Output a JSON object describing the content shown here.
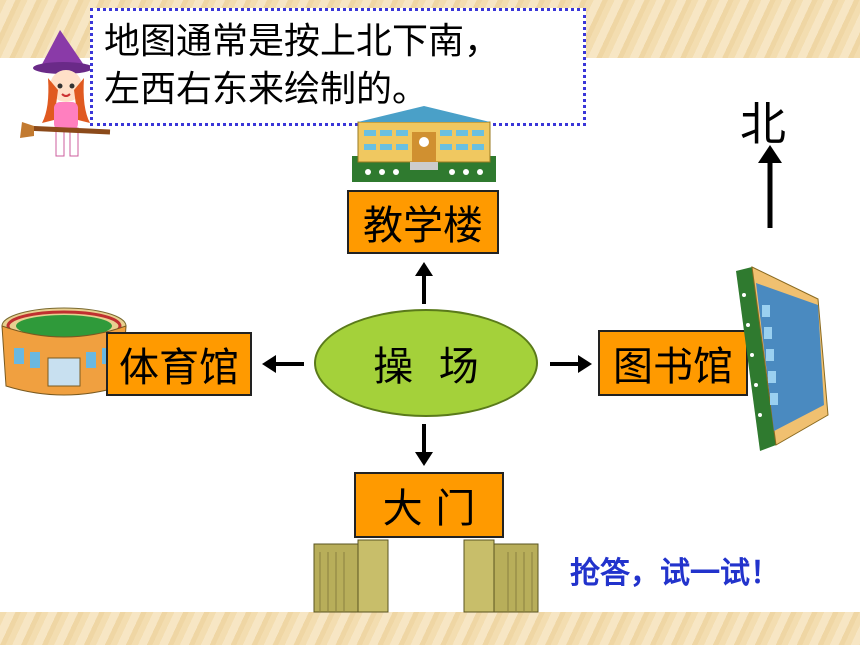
{
  "note": {
    "line1": "地图通常是按上北下南，",
    "line2": "左西右东来绘制的。"
  },
  "direction": {
    "north_label": "北"
  },
  "center": {
    "label": "操  场"
  },
  "places": {
    "north": "教学楼",
    "west": "体育馆",
    "east": "图书馆",
    "south": "大 门"
  },
  "prompt": "抢答，试一试！",
  "colors": {
    "label_bg": "#ff9a00",
    "ellipse_fill": "#a4d13a",
    "note_border": "#3a36d8",
    "prompt_text": "#2233cc"
  },
  "icons": [
    "witch-character-icon",
    "school-building-icon",
    "gym-stadium-icon",
    "library-building-icon",
    "gate-icon"
  ]
}
